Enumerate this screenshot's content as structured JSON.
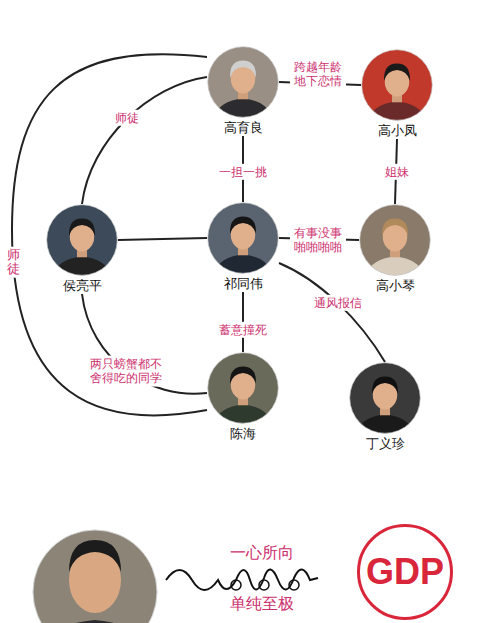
{
  "diagram": {
    "nodes": [
      {
        "text": [
          "高育良"
        ]
      },
      {
        "text": [
          "高小凤"
        ]
      },
      {
        "text": [
          "侯亮平"
        ]
      },
      {
        "text": [
          "祁同伟"
        ]
      },
      {
        "text": [
          "高小琴"
        ]
      },
      {
        "text": [
          "陈海"
        ]
      },
      {
        "text": [
          "丁义珍"
        ]
      },
      {
        "text": [
          "GDP"
        ]
      }
    ],
    "edges": [
      {
        "from": 0,
        "to": 1,
        "arrow": "none",
        "label": "跨越年龄 地下恋情"
      },
      {
        "from": 1,
        "to": 4,
        "arrow": "none",
        "label": "姐妹"
      },
      {
        "from": 0,
        "to": 3,
        "arrow": "none",
        "label": "一担一挑"
      },
      {
        "from": 2,
        "to": 3,
        "arrow": "none"
      },
      {
        "from": 3,
        "to": 4,
        "arrow": "none",
        "label": "有事没事 啪啪啪啪"
      },
      {
        "from": 3,
        "to": 5,
        "arrow": "none",
        "label": "蓄意撞死"
      },
      {
        "from": 3,
        "to": 6,
        "arrow": "none",
        "label": "通风报信"
      },
      {
        "from": 2,
        "to": 5,
        "arrow": "none",
        "label": "两只螃蟹都不 舍得吃的同学"
      },
      {
        "from": 0,
        "to": 2,
        "arrow": "none",
        "label": "师徒"
      },
      {
        "from": 0,
        "to": 5,
        "arrow": "none",
        "label": "师徒"
      }
    ],
    "labels": [
      "一心所向",
      "单纯至极"
    ]
  }
}
